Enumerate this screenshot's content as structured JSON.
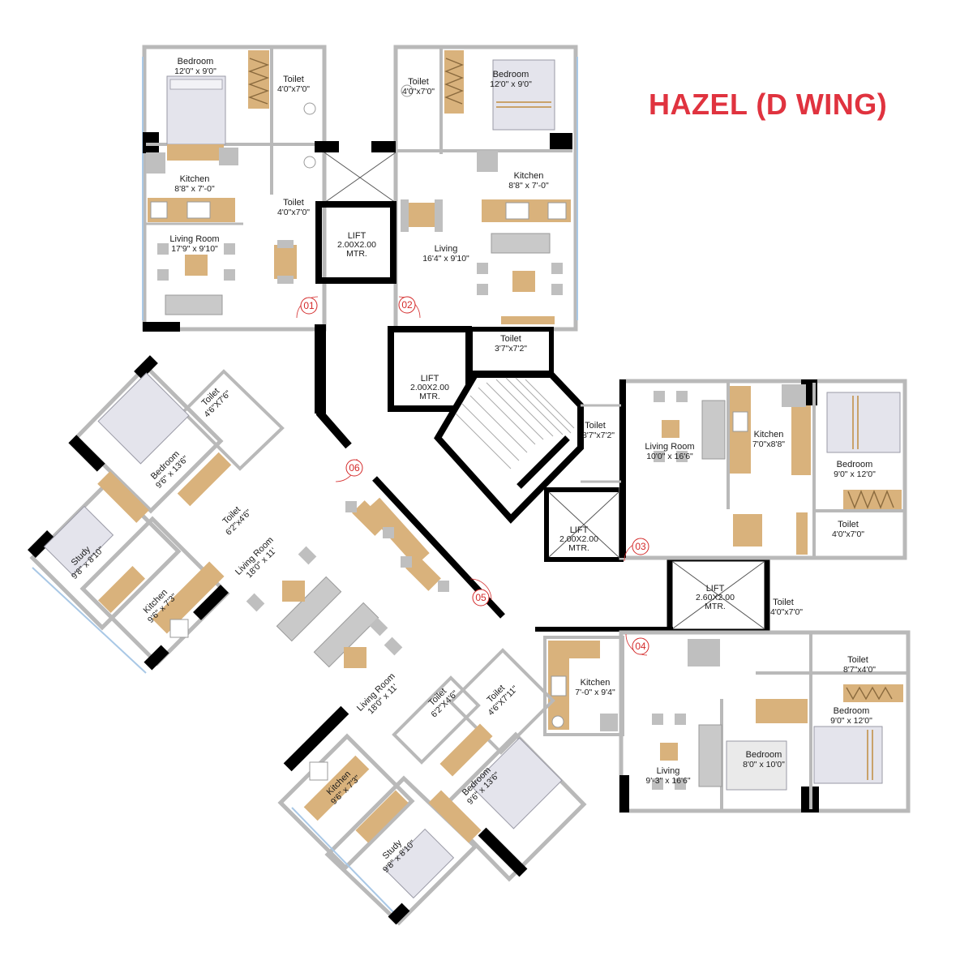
{
  "title": "HAZEL (D WING)",
  "colors": {
    "title": "#e0333f",
    "wall": "#000000",
    "partition": "#b9b9b9",
    "wood": "#d9b27c",
    "furniture": "#bfbfbf",
    "unit_number": "#d42a2a",
    "window": "#a9c8e6"
  },
  "units": [
    "01",
    "02",
    "03",
    "04",
    "05",
    "06"
  ],
  "rooms": {
    "u01_bedroom": {
      "name": "Bedroom",
      "dim": "12'0\" x 9'0\""
    },
    "u01_toilet_a": {
      "name": "Toilet",
      "dim": "4'0\"x7'0\""
    },
    "u01_kitchen": {
      "name": "Kitchen",
      "dim": "8'8\" x 7'-0\""
    },
    "u01_toilet_b": {
      "name": "Toilet",
      "dim": "4'0\"x7'0\""
    },
    "u01_living": {
      "name": "Living Room",
      "dim": "17'9\" x 9'10\""
    },
    "u02_toilet": {
      "name": "Toilet",
      "dim": "4'0\"x7'0\""
    },
    "u02_bedroom": {
      "name": "Bedroom",
      "dim": "12'0\" x 9'0\""
    },
    "u02_kitchen": {
      "name": "Kitchen",
      "dim": "8'8\" x 7'-0\""
    },
    "u02_living": {
      "name": "Living",
      "dim": "16'4\" x 9'10\""
    },
    "lift_top": {
      "name": "LIFT",
      "dim": "2.00X2.00",
      "unit": "MTR."
    },
    "toilet_mid": {
      "name": "Toilet",
      "dim": "3'7\"x7'2\""
    },
    "lift_center": {
      "name": "LIFT",
      "dim": "2.00X2.00",
      "unit": "MTR."
    },
    "u03_toilet_a": {
      "name": "Toilet",
      "dim": "8'7\"x7'2\""
    },
    "u03_living": {
      "name": "Living Room",
      "dim": "10'0\" x 16'6\""
    },
    "u03_kitchen": {
      "name": "Kitchen",
      "dim": "7'0\"x8'8\""
    },
    "u03_bedroom": {
      "name": "Bedroom",
      "dim": "9'0\" x 12'0\""
    },
    "u03_toilet_b": {
      "name": "Toilet",
      "dim": "4'0\"x7'0\""
    },
    "lift_east": {
      "name": "LIFT",
      "dim": "2.00X2.00",
      "unit": "MTR."
    },
    "lift_big": {
      "name": "LIFT",
      "dim": "2.60X2.00",
      "unit": "MTR."
    },
    "u04_toilet_a": {
      "name": "Toilet",
      "dim": "4'0\"x7'0\""
    },
    "u04_toilet_b": {
      "name": "Toilet",
      "dim": "8'7\"x4'0\""
    },
    "u04_kitchen": {
      "name": "Kitchen",
      "dim": "7'-0\" x 9'4\""
    },
    "u04_bedroom_a": {
      "name": "Bedroom",
      "dim": "9'0\" x 12'0\""
    },
    "u04_bedroom_b": {
      "name": "Bedroom",
      "dim": "8'0\" x 10'0\""
    },
    "u04_living": {
      "name": "Living",
      "dim": "9'-3\" x 16'6\""
    },
    "u06_toilet_a": {
      "name": "Toilet",
      "dim": "4'6\"X7'6\""
    },
    "u06_bedroom": {
      "name": "Bedroom",
      "dim": "9'6\" x 13'6\""
    },
    "u06_toilet_b": {
      "name": "Toilet",
      "dim": "6'2\"x4'6\""
    },
    "u06_study": {
      "name": "Study",
      "dim": "9'8\" x 8'10\""
    },
    "u06_living": {
      "name": "Living Room",
      "dim": "18'0\" x 11'"
    },
    "u06_kitchen": {
      "name": "Kitchen",
      "dim": "9'6\" x 7'3\""
    },
    "u05_living": {
      "name": "Living Room",
      "dim": "18'0\" x 11'"
    },
    "u05_toilet_a": {
      "name": "Toilet",
      "dim": "6'2\"X4'6\""
    },
    "u05_toilet_b": {
      "name": "Toilet",
      "dim": "4'6\"X7'11\""
    },
    "u05_kitchen": {
      "name": "Kitchen",
      "dim": "9'6\" x 7'3\""
    },
    "u05_bedroom": {
      "name": "Bedroom",
      "dim": "9'6\" x 13'6\""
    },
    "u05_study": {
      "name": "Study",
      "dim": "9'8\" x 8'10\""
    }
  }
}
